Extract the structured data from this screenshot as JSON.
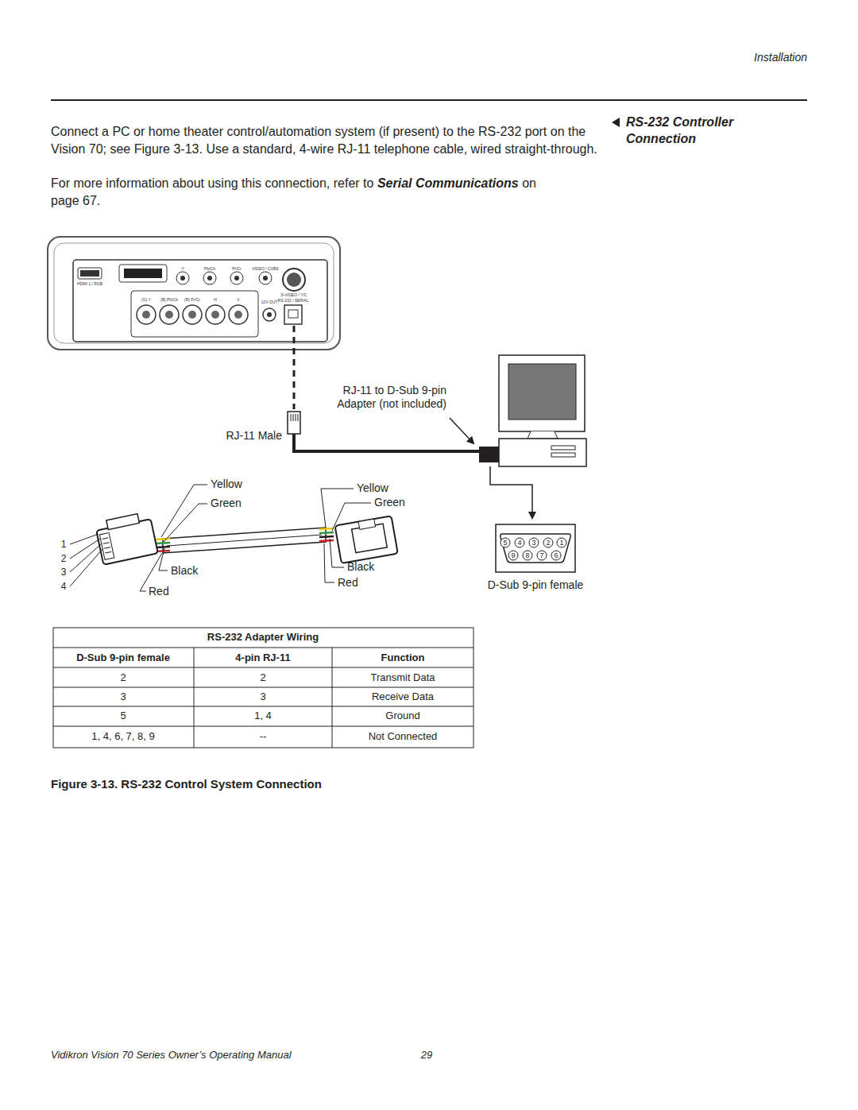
{
  "diagram": {
    "title": "RS-232 Controller Connection",
    "caption": "Figure 3-13. RS-232 Control System Connection",
    "nodes": [
      {
        "text": [
          "D-Sub 9-pin female"
        ]
      }
    ],
    "labels": [
      "Installation",
      "Connect a PC or home theater control/automation system (if present) to the RS-232 port on the Vision 70; see Figure 3-13. Use a standard, 4-wire RJ-11 telephone cable, wired straight-through.",
      "For more information about using this connection, refer to",
      "Serial Communications",
      "on page 67.",
      "RJ-11 to D-Sub 9-pin Adapter (not included)",
      "RJ-11 Male",
      "Yellow",
      "Green",
      "Yellow",
      "Green",
      "1",
      "2",
      "3",
      "4",
      "Black",
      "Red",
      "Black",
      "Red",
      "5",
      "4",
      "3",
      "2",
      "1",
      "9",
      "8",
      "7",
      "6",
      "HDMI 1 / RGB",
      "Y",
      "Pb/Cb",
      "Pr/Cr",
      "VIDEO / CVBS",
      "S-VIDEO / Y/C",
      "(G) Y",
      "(B) Pb/Cb",
      "(R) Pr/Cr",
      "H",
      "V",
      "12V OUT",
      "RS-232 / SERIAL",
      "RS-232 Adapter Wiring",
      "D-Sub 9-pin female",
      "4-pin RJ-11",
      "Function",
      "2",
      "2",
      "Transmit Data",
      "3",
      "3",
      "Receive Data",
      "5",
      "1, 4",
      "Ground",
      "1, 4, 6, 7, 8, 9",
      "--",
      "Not Connected",
      "Vidikron Vision 70 Series Owner’s Operating Manual",
      "29"
    ]
  }
}
